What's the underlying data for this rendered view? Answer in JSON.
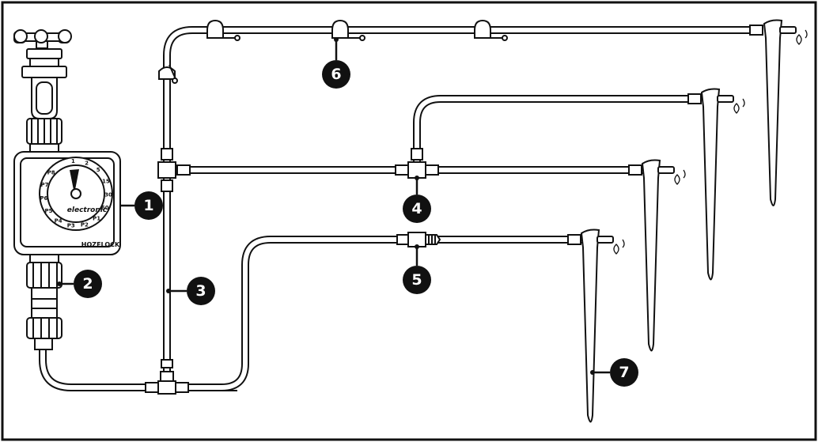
{
  "timer": {
    "brand_text": "electronic",
    "logo_text": "HOZELOCK",
    "dial_labels": [
      "1",
      "2",
      "5",
      "15",
      "30",
      "60",
      "P1",
      "P2",
      "P3",
      "P4",
      "P5",
      "P6",
      "P7",
      "P8"
    ]
  },
  "callouts": [
    {
      "id": "1",
      "label": "1"
    },
    {
      "id": "2",
      "label": "2"
    },
    {
      "id": "3",
      "label": "3"
    },
    {
      "id": "4",
      "label": "4"
    },
    {
      "id": "5",
      "label": "5"
    },
    {
      "id": "6",
      "label": "6"
    },
    {
      "id": "7",
      "label": "7"
    }
  ]
}
